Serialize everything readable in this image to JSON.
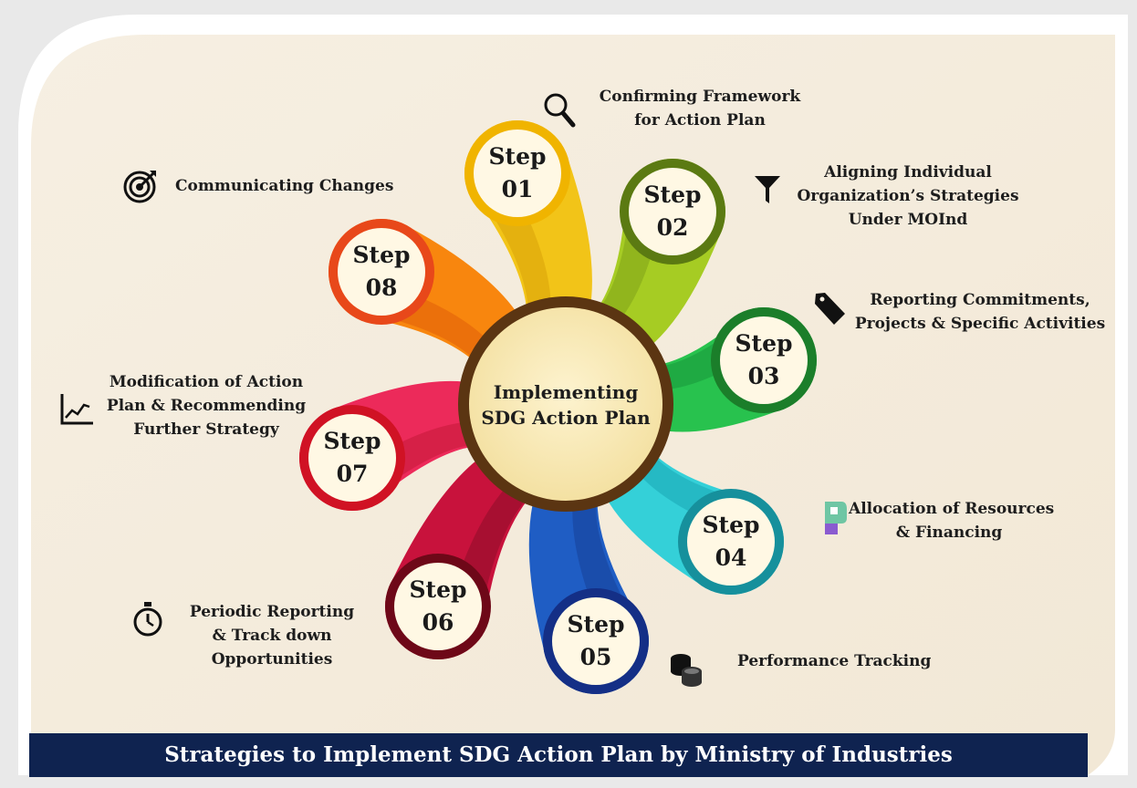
{
  "center": {
    "line1": "Implementing",
    "line2": "SDG Action Plan"
  },
  "steps": [
    {
      "word": "Step",
      "num": "01",
      "color": "#f2c418",
      "dark": "#d9a20a",
      "ring": "#f0b400",
      "label": [
        "Confirming Framework",
        "for Action Plan"
      ],
      "icon": "magnifier-icon"
    },
    {
      "word": "Step",
      "num": "02",
      "color": "#a6cc23",
      "dark": "#7fa31a",
      "ring": "#5b7a12",
      "label": [
        "Aligning Individual",
        "Organization’s Strategies",
        "Under MOInd"
      ],
      "icon": "funnel-icon"
    },
    {
      "word": "Step",
      "num": "03",
      "color": "#28c24e",
      "dark": "#17983a",
      "ring": "#1b7e2a",
      "label": [
        "Reporting Commitments,",
        "Projects & Specific Activities"
      ],
      "icon": "tag-icon"
    },
    {
      "word": "Step",
      "num": "04",
      "color": "#34d0d8",
      "dark": "#1aa6b4",
      "ring": "#16909c",
      "label": [
        "Allocation of Resources",
        "& Financing"
      ],
      "icon": "puzzle-head-icon"
    },
    {
      "word": "Step",
      "num": "05",
      "color": "#1f5dc4",
      "dark": "#163f98",
      "ring": "#142f86",
      "label": [
        "Performance Tracking"
      ],
      "icon": "coins-icon"
    },
    {
      "word": "Step",
      "num": "06",
      "color": "#c8123c",
      "dark": "#8c0c28",
      "ring": "#6e0818",
      "label": [
        "Periodic Reporting",
        "& Track down",
        "Opportunities"
      ],
      "icon": "stopwatch-icon"
    },
    {
      "word": "Step",
      "num": "07",
      "color": "#ec2a5a",
      "dark": "#c41838",
      "ring": "#d01224",
      "label": [
        "Modification of Action",
        "Plan & Recommending",
        "Further  Strategy"
      ],
      "icon": "line-chart-icon"
    },
    {
      "word": "Step",
      "num": "08",
      "color": "#f8860e",
      "dark": "#e05e0a",
      "ring": "#e8481a",
      "label": [
        "Communicating Changes"
      ],
      "icon": "target-icon"
    }
  ],
  "footer": "Strategies to Implement SDG Action Plan by Ministry of Industries"
}
